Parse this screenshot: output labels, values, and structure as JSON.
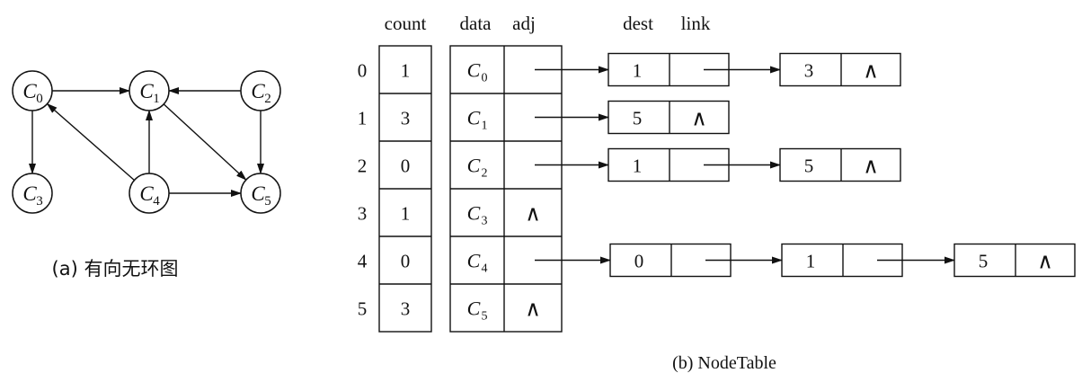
{
  "graph": {
    "nodes": [
      {
        "id": "C0",
        "base": "C",
        "sub": "0"
      },
      {
        "id": "C1",
        "base": "C",
        "sub": "1"
      },
      {
        "id": "C2",
        "base": "C",
        "sub": "2"
      },
      {
        "id": "C3",
        "base": "C",
        "sub": "3"
      },
      {
        "id": "C4",
        "base": "C",
        "sub": "4"
      },
      {
        "id": "C5",
        "base": "C",
        "sub": "5"
      }
    ],
    "edges": [
      {
        "from": "C0",
        "to": "C1"
      },
      {
        "from": "C2",
        "to": "C1"
      },
      {
        "from": "C0",
        "to": "C3"
      },
      {
        "from": "C4",
        "to": "C0"
      },
      {
        "from": "C4",
        "to": "C1"
      },
      {
        "from": "C1",
        "to": "C5"
      },
      {
        "from": "C2",
        "to": "C5"
      },
      {
        "from": "C4",
        "to": "C5"
      }
    ],
    "caption": "(a) 有向无环图"
  },
  "table": {
    "headers": {
      "count": "count",
      "data": "data",
      "adj": "adj",
      "dest": "dest",
      "link": "link"
    },
    "null_symbol": "∧",
    "rows": [
      {
        "index": "0",
        "count": "1",
        "data_base": "C",
        "data_sub": "0",
        "adj": [
          "1",
          "3"
        ]
      },
      {
        "index": "1",
        "count": "3",
        "data_base": "C",
        "data_sub": "1",
        "adj": [
          "5"
        ]
      },
      {
        "index": "2",
        "count": "0",
        "data_base": "C",
        "data_sub": "2",
        "adj": [
          "1",
          "5"
        ]
      },
      {
        "index": "3",
        "count": "1",
        "data_base": "C",
        "data_sub": "3",
        "adj": []
      },
      {
        "index": "4",
        "count": "0",
        "data_base": "C",
        "data_sub": "4",
        "adj": [
          "0",
          "1",
          "5"
        ]
      },
      {
        "index": "5",
        "count": "3",
        "data_base": "C",
        "data_sub": "5",
        "adj": []
      }
    ],
    "caption": "(b) NodeTable"
  }
}
